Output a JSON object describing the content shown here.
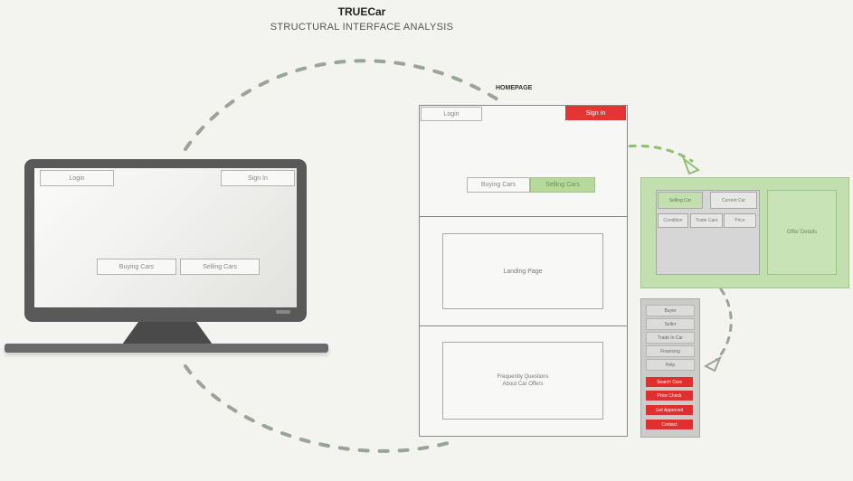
{
  "header": {
    "title": "TRUECar",
    "subtitle": "STRUCTURAL INTERFACE ANALYSIS"
  },
  "monitor": {
    "login_label": "Login",
    "signin_label": "Sign In",
    "buyer_label": "Buying Cars",
    "seller_label": "Selling Cars"
  },
  "homepage": {
    "label": "HOMEPAGE",
    "login_label": "Login",
    "signin_label": "Sign In",
    "buyer_label": "Buying Cars",
    "seller_label": "Selling Cars",
    "section1_label": "Landing Page",
    "section2_label": "Frequently Questions\nAbout Car Offers"
  },
  "green_panel": {
    "tab1_label": "Selling Car",
    "tab2_label": "Current Car",
    "row_labels": [
      "Condition",
      "Trade Cars",
      "Price"
    ],
    "side_label": "Offer Details"
  },
  "menu_panel": {
    "items": [
      "Buyer",
      "Seller",
      "Trade In Car",
      "Financing",
      "Help"
    ],
    "action_items": [
      "Search Cars",
      "Price Check",
      "Get Approved",
      "Contact"
    ]
  },
  "colors": {
    "accent_red": "#e53434",
    "accent_green": "#b7d99b",
    "frame_dark": "#595959",
    "background": "#f3f3ef"
  }
}
